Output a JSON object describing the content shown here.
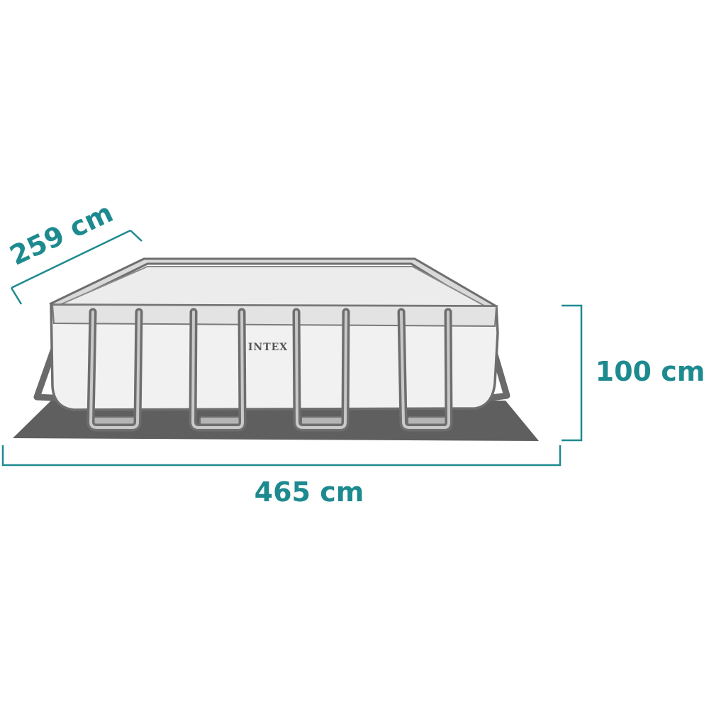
{
  "brand": {
    "name": "INTEX"
  },
  "dimensions": {
    "depth": "259 cm",
    "height": "100 cm",
    "length": "465 cm"
  },
  "colors": {
    "accent": "#1d8a8f",
    "ground_mat": "#5f5f5f",
    "pool_fill": "#f1f1f1",
    "frame": "#6e6e6e"
  }
}
